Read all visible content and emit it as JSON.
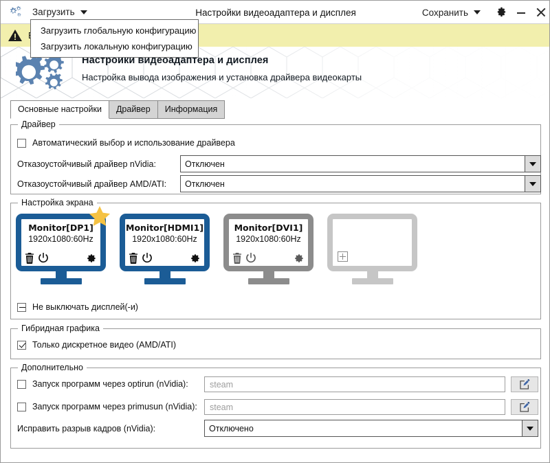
{
  "window": {
    "title": "Настройки видеоадаптера и дисплея",
    "load_menu_label": "Загрузить",
    "save_menu_label": "Сохранить",
    "settings_icon": "gear-icon",
    "minimize_icon": "minimize-icon",
    "close_icon": "close-icon",
    "app_icon": "gears-icon"
  },
  "load_menu": {
    "open": true,
    "items": [
      {
        "label": "Загрузить глобальную конфигурацию"
      },
      {
        "label": "Загрузить локальную конфигурацию"
      }
    ]
  },
  "warning": {
    "icon": "warning-triangle-icon",
    "text": "В",
    "background": "#f2efad"
  },
  "banner": {
    "logo_icon": "gears-logo-icon",
    "title": "Настройки видеоадаптера и дисплея",
    "subtitle": "Настройка вывода изображения и установка драйвера видеокарты"
  },
  "tabs": [
    {
      "label": "Основные настройки",
      "active": true
    },
    {
      "label": "Драйвер",
      "active": false
    },
    {
      "label": "Информация",
      "active": false
    }
  ],
  "driver_group": {
    "legend": "Драйвер",
    "auto_checkbox": {
      "label": "Автоматический выбор и использование драйвера",
      "state": "unchecked"
    },
    "nvidia": {
      "label": "Отказоустойчивый драйвер nVidia:",
      "value": "Отключен"
    },
    "amd": {
      "label": "Отказоустойчивый драйвер AMD/ATI:",
      "value": "Отключен"
    }
  },
  "screen_group": {
    "legend": "Настройка экрана",
    "monitors": [
      {
        "name": "Monitor[DP1]",
        "resolution": "1920x1080:60Hz",
        "state": "active",
        "primary": true,
        "icons": [
          "trash-icon",
          "power-icon",
          "gear-icon"
        ]
      },
      {
        "name": "Monitor[HDMI1]",
        "resolution": "1920x1080:60Hz",
        "state": "active",
        "primary": false,
        "icons": [
          "trash-icon",
          "power-icon",
          "gear-icon"
        ]
      },
      {
        "name": "Monitor[DVI1]",
        "resolution": "1920x1080:60Hz",
        "state": "disabled",
        "primary": false,
        "icons": [
          "trash-icon",
          "power-icon",
          "gear-icon"
        ]
      },
      {
        "name": "",
        "resolution": "",
        "state": "empty",
        "primary": false,
        "icons": [
          "plus-icon"
        ]
      }
    ],
    "keepon_checkbox": {
      "label": "Не выключать дисплей(-и)",
      "state": "indeterminate"
    },
    "primary_badge_icon": "star-icon",
    "accent_color": "#1b5c96",
    "disabled_color": "#8c8c8c",
    "empty_color": "#c6c6c6",
    "star_color": "#f5c243"
  },
  "hybrid_group": {
    "legend": "Гибридная графика",
    "discrete_checkbox": {
      "label": "Только дискретное видео (AMD/ATI)",
      "state": "checked"
    }
  },
  "extra_group": {
    "legend": "Дополнительно",
    "optirun": {
      "label": "Запуск программ через optirun (nVidia):",
      "state": "unchecked",
      "placeholder": "steam",
      "value": "",
      "edit_icon": "edit-pencil-icon"
    },
    "primusrun": {
      "label": "Запуск программ через primusun (nVidia):",
      "state": "unchecked",
      "placeholder": "steam",
      "value": "",
      "edit_icon": "edit-pencil-icon"
    },
    "tearfix": {
      "label": "Исправить разрыв кадров (nVidia):",
      "value": "Отключено"
    }
  }
}
